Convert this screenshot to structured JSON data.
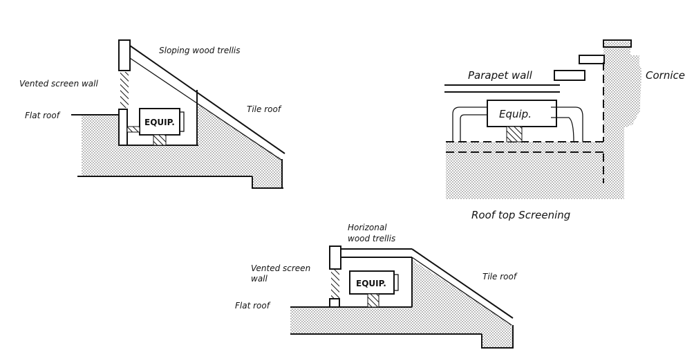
{
  "diagrams": [
    {
      "id": "sloping-trellis",
      "labels": {
        "trellis": "Sloping wood trellis",
        "screen_wall": "Vented screen wall",
        "flat_roof": "Flat roof",
        "tile_roof": "Tile roof",
        "equipment": "EQUIP."
      }
    },
    {
      "id": "parapet",
      "labels": {
        "parapet": "Parapet wall",
        "cornice": "Cornice",
        "equipment": "Equip.",
        "caption": "Roof top Screening"
      }
    },
    {
      "id": "horizontal-trellis",
      "labels": {
        "trellis_line1": "Horizonal",
        "trellis_line2": "wood trellis",
        "screen_wall_line1": "Vented screen",
        "screen_wall_line2": "wall",
        "flat_roof": "Flat roof",
        "tile_roof": "Tile roof",
        "equipment": "EQUIP."
      }
    }
  ]
}
